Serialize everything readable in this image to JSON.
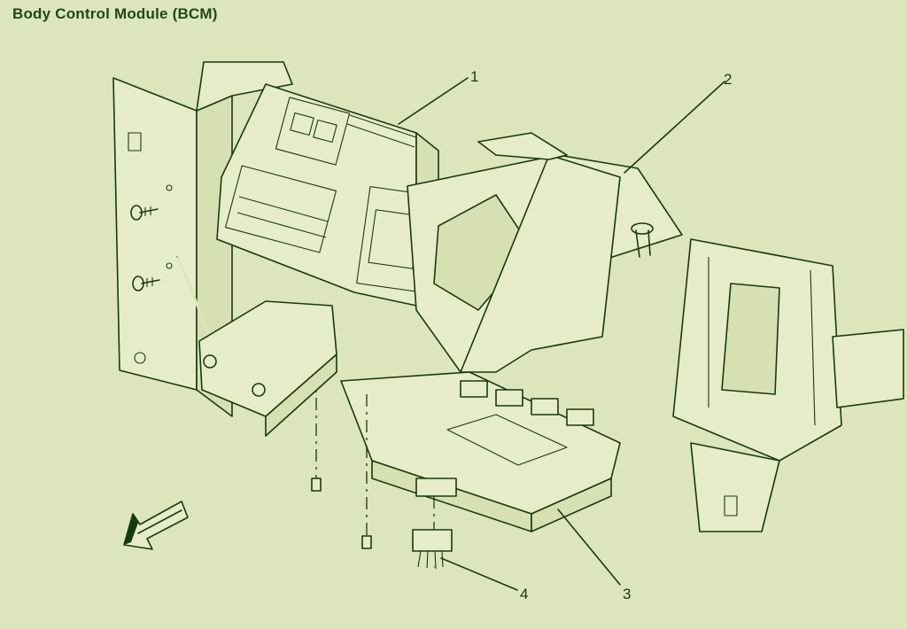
{
  "title": "Body Control Module (BCM)",
  "callouts": [
    "1",
    "2",
    "3",
    "4"
  ],
  "colors": {
    "background": "#dde5bd",
    "ink": "#173a0d",
    "title": "#1e4a12"
  },
  "icons": {
    "direction_arrow": "arrow-front-icon"
  }
}
